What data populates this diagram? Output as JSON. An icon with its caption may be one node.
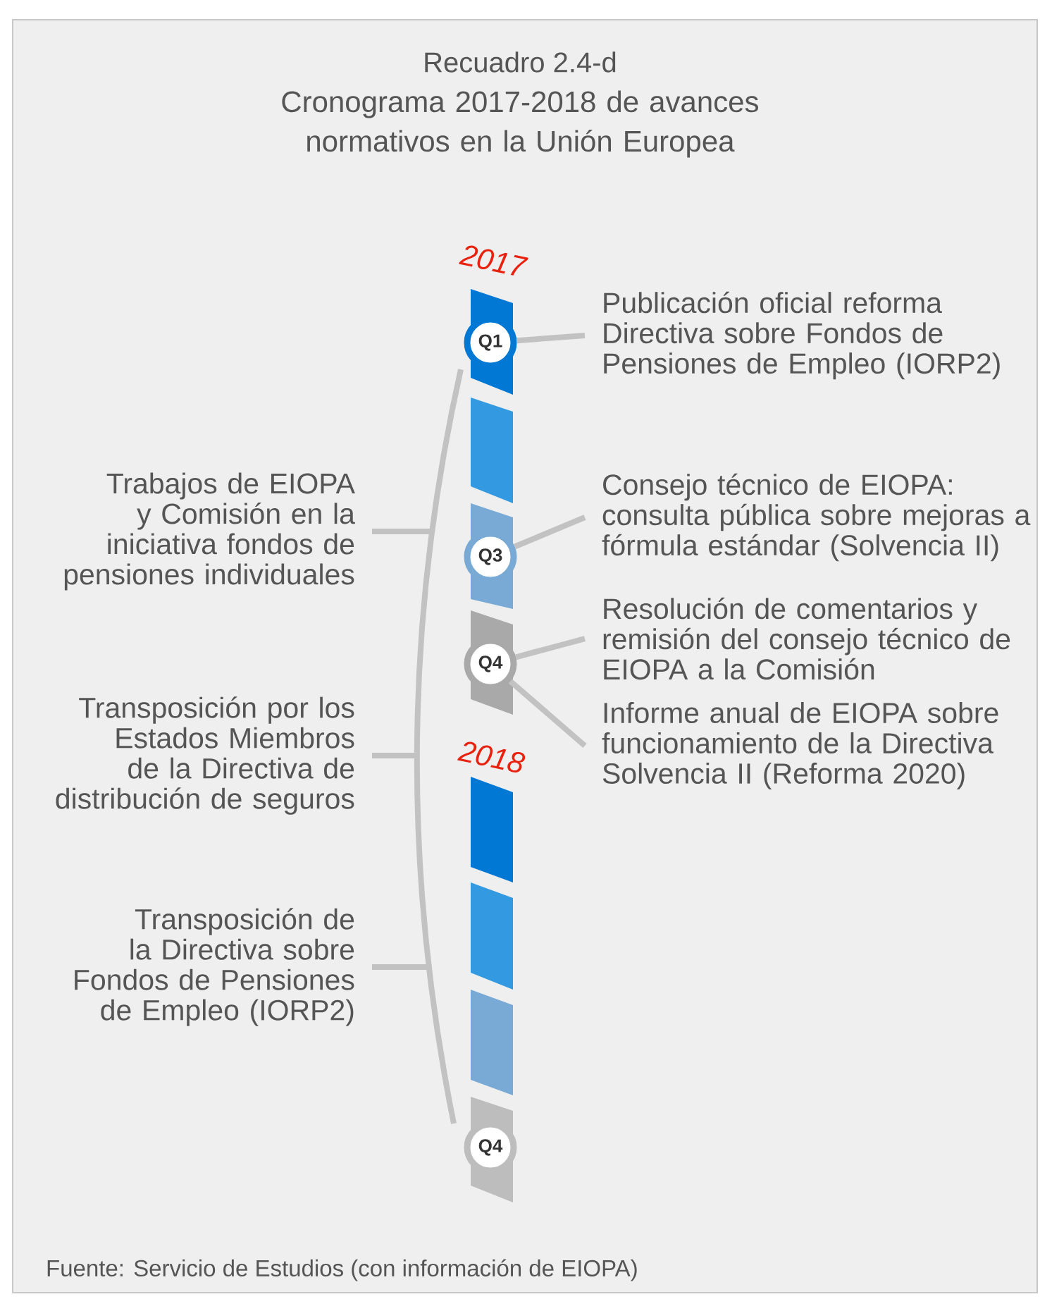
{
  "diagram": {
    "title": "Recuadro 2.4-d",
    "caption": "Fuente: Servicio de Estudios (con información de EIOPA)",
    "nodes": [
      {
        "text": [
          "Q1"
        ]
      },
      {
        "text": [
          "Publicación oficial reforma Directiva sobre Fondos de Pensiones de Empleo (IORP2)"
        ]
      },
      {
        "text": [],
        "shape": "arc"
      },
      {
        "text": [
          "Trabajos de EIOPA y Comisión en la iniciativa fondos de pensiones individuales"
        ]
      },
      {
        "text": [
          "Q3"
        ]
      },
      {
        "text": [
          "Consejo técnico de EIOPA: consulta pública sobre mejoras a fórmula estándar (Solvencia II)"
        ]
      },
      {
        "text": [
          "Q4"
        ]
      },
      {
        "text": [
          "Resolución de comentarios y remisión del consejo técnico de EIOPA a la Comisión"
        ]
      },
      {
        "text": [
          "Informe anual de EIOPA sobre funcionamiento de la Directiva Solvencia II (Reforma 2020)"
        ]
      },
      {
        "text": [
          "Transposición por los Estados Miembros de la Directiva de distribución de seguros"
        ]
      },
      {
        "text": [
          "Transposición de la Directiva sobre Fondos de Pensiones de Empleo (IORP2)"
        ]
      },
      {
        "text": [
          "Q4"
        ]
      }
    ],
    "edges": [
      {
        "from": 0,
        "to": 1,
        "arrow": "none"
      },
      {
        "from": 3,
        "to": 2,
        "arrow": "none"
      },
      {
        "from": 4,
        "to": 5,
        "arrow": "none"
      },
      {
        "from": 6,
        "to": 7,
        "arrow": "none"
      },
      {
        "from": 6,
        "to": 8,
        "arrow": "none"
      },
      {
        "from": 9,
        "to": 2,
        "arrow": "none"
      },
      {
        "from": 10,
        "to": 2,
        "arrow": "none"
      }
    ],
    "labels": [
      "Cronograma 2017-2018 de avances normativos en la Unión Europea",
      "2017",
      "2018"
    ]
  }
}
